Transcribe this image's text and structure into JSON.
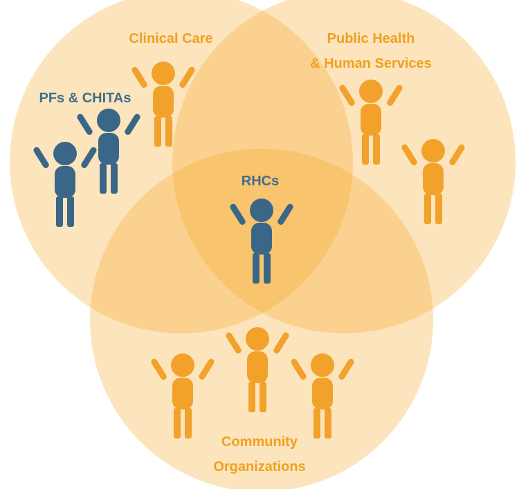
{
  "colors": {
    "circle_fill": "#F5A623",
    "orange_text": "#F0A020",
    "blue_text": "#3F6E8C",
    "orange_person": "#F2A12A",
    "blue_person": "#3A6787"
  },
  "circles": {
    "clinical_care": {
      "label": "Clinical Care"
    },
    "public_health": {
      "label_line1": "Public Health",
      "label_line2": "& Human Services"
    },
    "community": {
      "label_line1": "Community",
      "label_line2": "Organizations"
    }
  },
  "groups": {
    "pfs": {
      "label": "PFs & CHITAs",
      "icon": "person-icon"
    },
    "rhcs": {
      "label": "RHCs",
      "icon": "person-icon"
    }
  }
}
